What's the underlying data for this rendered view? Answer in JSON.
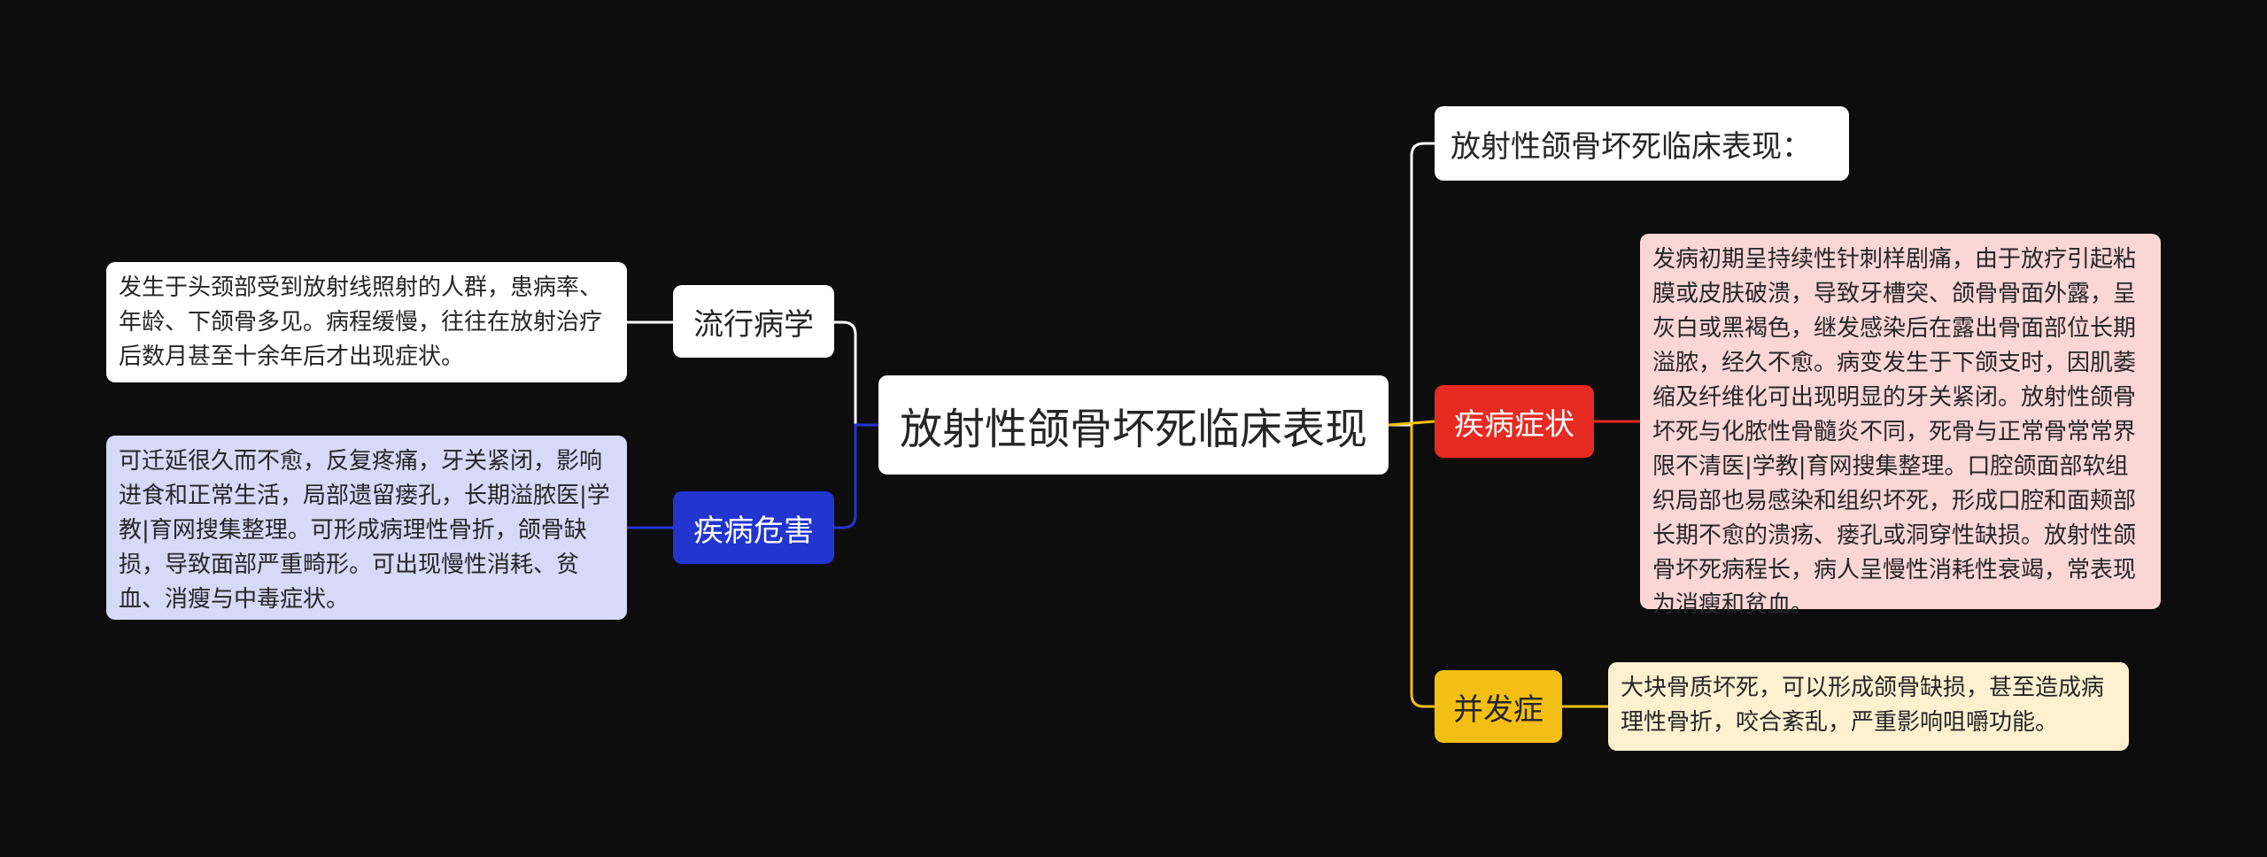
{
  "root": {
    "label": "放射性颌骨坏死临床表现"
  },
  "left": {
    "epidemiology": {
      "label": "流行病学",
      "text": "发生于头颈部受到放射线照射的人群，患病率、年龄、下颌骨多见。病程缓慢，往往在放射治疗后数月甚至十余年后才出现症状。"
    },
    "harm": {
      "label": "疾病危害",
      "text": "可迁延很久而不愈，反复疼痛，牙关紧闭，影响进食和正常生活，局部遗留瘘孔，长期溢脓医|学教|育网搜集整理。可形成病理性骨折，颌骨缺损，导致面部严重畸形。可出现慢性消耗、贫血、消瘦与中毒症状。"
    }
  },
  "right": {
    "heading": {
      "label": "放射性颌骨坏死临床表现："
    },
    "symptoms": {
      "label": "疾病症状",
      "text": "发病初期呈持续性针刺样剧痛，由于放疗引起粘膜或皮肤破溃，导致牙槽突、颌骨骨面外露，呈灰白或黑褐色，继发感染后在露出骨面部位长期溢脓，经久不愈。病变发生于下颌支时，因肌萎缩及纤维化可出现明显的牙关紧闭。放射性颌骨坏死与化脓性骨髓炎不同，死骨与正常骨常常界限不清医|学教|育网搜集整理。口腔颌面部软组织局部也易感染和组织坏死，形成口腔和面颊部长期不愈的溃疡、瘘孔或洞穿性缺损。放射性颌骨坏死病程长，病人呈慢性消耗性衰竭，常表现为消瘦和贫血。"
    },
    "complication": {
      "label": "并发症",
      "text": "大块骨质坏死，可以形成颌骨缺损，甚至造成病理性骨折，咬合紊乱，严重影响咀嚼功能。"
    }
  },
  "colors": {
    "background": "#0d0d0d",
    "blue": "#2335cf",
    "red": "#e62b22",
    "yellow": "#f4bf14",
    "white": "#ffffff"
  }
}
